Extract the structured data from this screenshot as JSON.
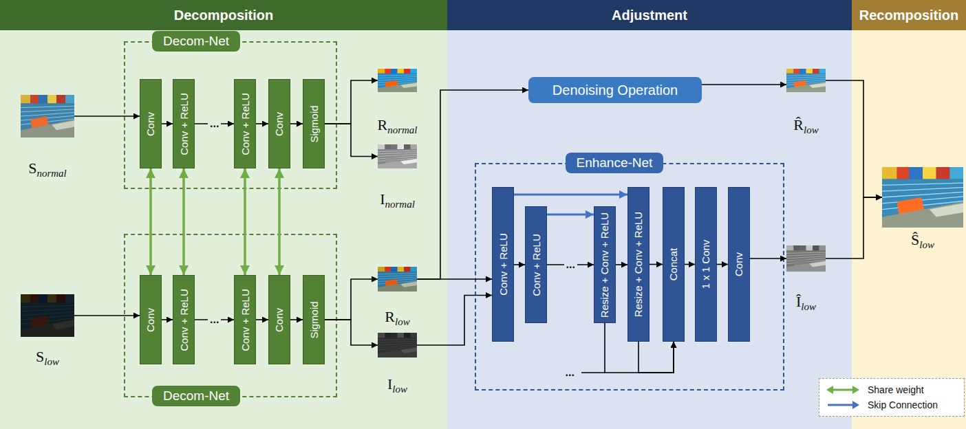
{
  "diagram": {
    "nodes": [
      {
        "text": [
          "Decomposition"
        ]
      },
      {
        "text": [
          "Adjustment"
        ]
      },
      {
        "text": [
          "Recomposition"
        ]
      },
      {
        "text": [
          "S",
          "normal"
        ],
        "in": 0
      },
      {
        "text": [
          "Decom-Net"
        ],
        "in": 0
      },
      {
        "text": [
          "Conv"
        ],
        "in": 4
      },
      {
        "text": [
          "Conv + ReLU"
        ],
        "in": 4
      },
      {
        "text": [
          "Conv + ReLU"
        ],
        "in": 4
      },
      {
        "text": [
          "Conv"
        ],
        "in": 4
      },
      {
        "text": [
          "Sigmoid"
        ],
        "in": 4
      },
      {
        "text": [
          "R",
          "normal"
        ],
        "in": 0
      },
      {
        "text": [
          "I",
          "normal"
        ],
        "in": 0
      },
      {
        "text": [
          "S",
          "low"
        ],
        "in": 0
      },
      {
        "text": [
          "Decom-Net"
        ],
        "in": 0
      },
      {
        "text": [
          "Conv"
        ],
        "in": 13
      },
      {
        "text": [
          "Conv + ReLU"
        ],
        "in": 13
      },
      {
        "text": [
          "Conv + ReLU"
        ],
        "in": 13
      },
      {
        "text": [
          "Conv"
        ],
        "in": 13
      },
      {
        "text": [
          "Sigmoid"
        ],
        "in": 13
      },
      {
        "text": [
          "R",
          "low"
        ],
        "in": 0
      },
      {
        "text": [
          "I",
          "low"
        ],
        "in": 0
      },
      {
        "text": [
          "Denoising Operation"
        ],
        "in": 1
      },
      {
        "text": [
          "Enhance-Net"
        ],
        "in": 1
      },
      {
        "text": [
          "Conv + ReLU"
        ],
        "in": 22
      },
      {
        "text": [
          "Conv + ReLU"
        ],
        "in": 22
      },
      {
        "text": [
          "Resize + Conv + ReLU"
        ],
        "in": 22
      },
      {
        "text": [
          "Resize + Conv + ReLU"
        ],
        "in": 22
      },
      {
        "text": [
          "Concat"
        ],
        "in": 22
      },
      {
        "text": [
          "1 x 1 Conv"
        ],
        "in": 22
      },
      {
        "text": [
          "Conv"
        ],
        "in": 22
      },
      {
        "text": [
          "R̂",
          "low"
        ],
        "in": 1
      },
      {
        "text": [
          "Î",
          "low"
        ],
        "in": 1
      },
      {
        "text": [
          "Ŝ",
          "low"
        ],
        "in": 2
      }
    ],
    "edges": [
      {
        "from": 3,
        "to": 5,
        "arrow": "to"
      },
      {
        "from": 5,
        "to": 6,
        "arrow": "to"
      },
      {
        "from": 6,
        "to": 7,
        "label": "...",
        "arrow": "to"
      },
      {
        "from": 7,
        "to": 8,
        "arrow": "to"
      },
      {
        "from": 8,
        "to": 9,
        "arrow": "to"
      },
      {
        "from": 9,
        "to": 10,
        "arrow": "to"
      },
      {
        "from": 9,
        "to": 11,
        "arrow": "to"
      },
      {
        "from": 5,
        "to": 14,
        "arrow": "both"
      },
      {
        "from": 6,
        "to": 15,
        "arrow": "both"
      },
      {
        "from": 7,
        "to": 16,
        "arrow": "both"
      },
      {
        "from": 8,
        "to": 17,
        "arrow": "both"
      },
      {
        "from": 12,
        "to": 14,
        "arrow": "to"
      },
      {
        "from": 14,
        "to": 15,
        "arrow": "to"
      },
      {
        "from": 15,
        "to": 16,
        "label": "...",
        "arrow": "to"
      },
      {
        "from": 16,
        "to": 17,
        "arrow": "to"
      },
      {
        "from": 17,
        "to": 18,
        "arrow": "to"
      },
      {
        "from": 18,
        "to": 19,
        "arrow": "to"
      },
      {
        "from": 18,
        "to": 20,
        "arrow": "to"
      },
      {
        "from": 19,
        "to": 21,
        "arrow": "to"
      },
      {
        "from": 19,
        "to": 23,
        "arrow": "to"
      },
      {
        "from": 20,
        "to": 23,
        "arrow": "to"
      },
      {
        "from": 21,
        "to": 30,
        "arrow": "to"
      },
      {
        "from": 23,
        "to": 24,
        "arrow": "to"
      },
      {
        "from": 24,
        "to": 25,
        "label": "...",
        "arrow": "to"
      },
      {
        "from": 25,
        "to": 26,
        "arrow": "to"
      },
      {
        "from": 26,
        "to": 27,
        "arrow": "to"
      },
      {
        "from": 27,
        "to": 28,
        "arrow": "to"
      },
      {
        "from": 28,
        "to": 29,
        "arrow": "to"
      },
      {
        "from": 29,
        "to": 31,
        "arrow": "to"
      },
      {
        "from": 23,
        "to": 26,
        "arrow": "to"
      },
      {
        "from": 24,
        "to": 25,
        "arrow": "to"
      },
      {
        "from": 25,
        "to": 27,
        "arrow": "to"
      },
      {
        "from": 26,
        "to": 27,
        "arrow": "to"
      },
      {
        "from": 30,
        "to": 32,
        "arrow": "to"
      },
      {
        "from": 31,
        "to": 32,
        "arrow": "to"
      }
    ],
    "labels": [
      "..."
    ],
    "legend": [
      {
        "text": "Share weight"
      },
      {
        "text": "Skip Connection"
      }
    ]
  }
}
